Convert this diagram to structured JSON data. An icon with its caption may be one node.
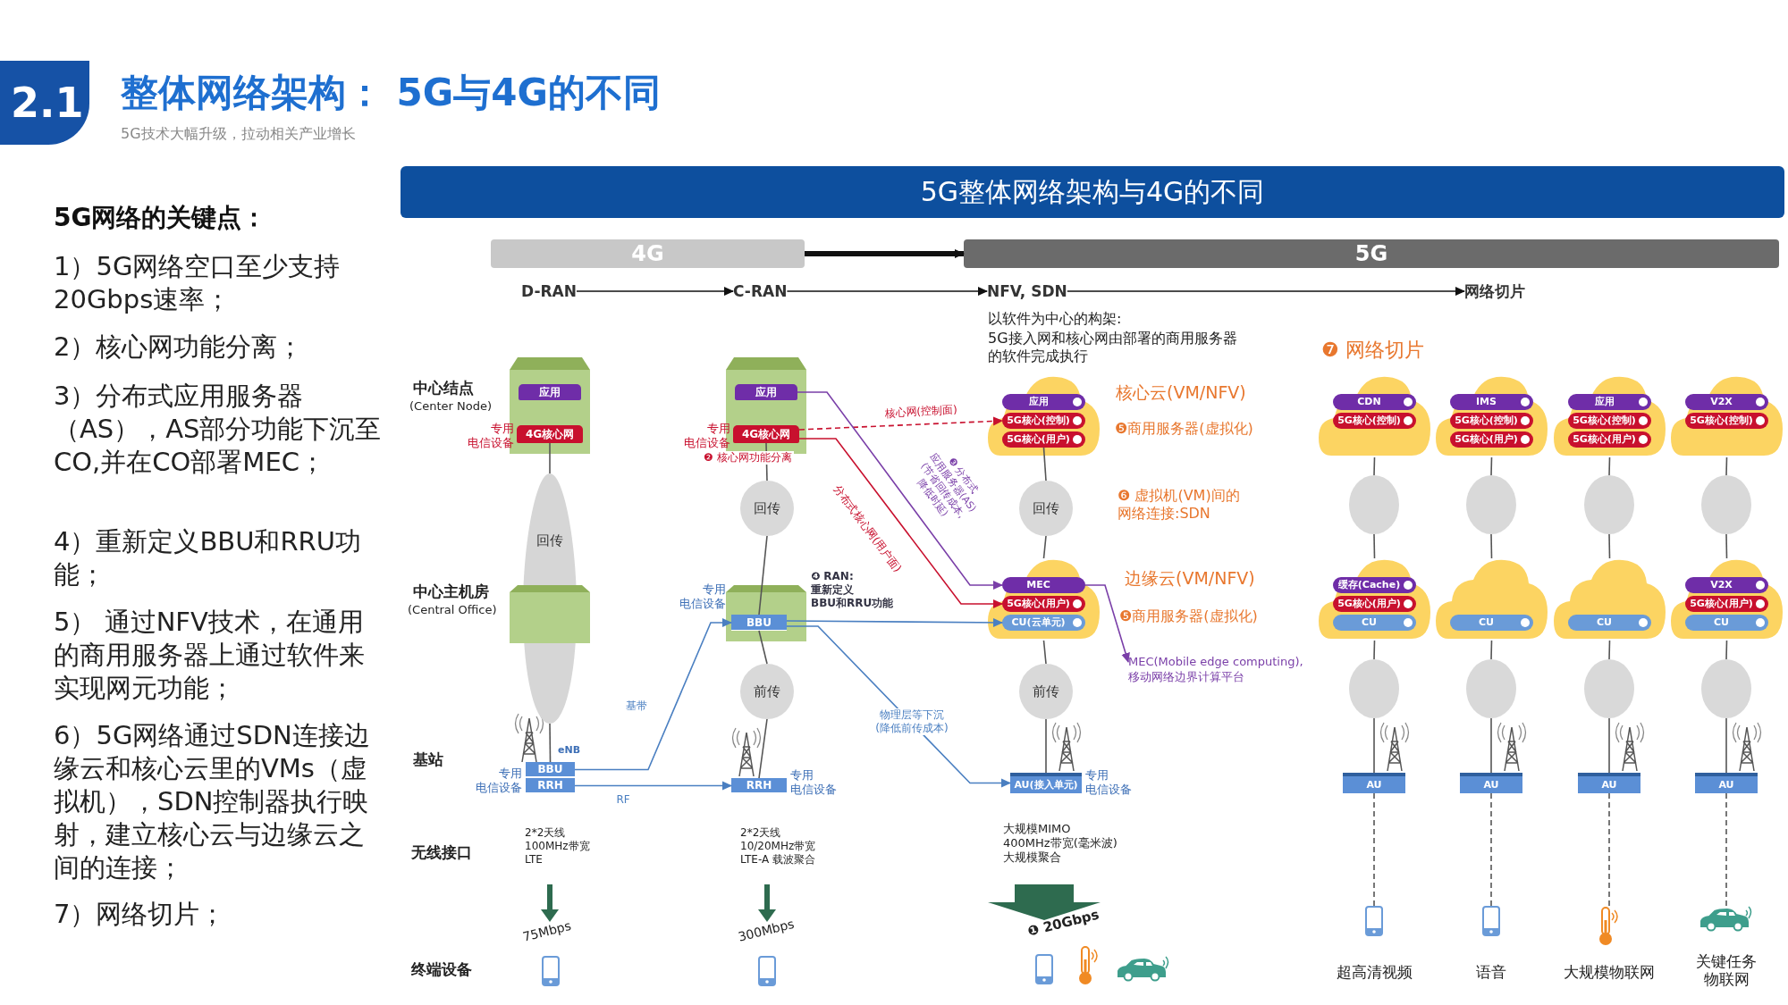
{
  "diagram": {
    "title": "整体网络架构： 5G与4G的不同",
    "nodes": [
      {
        "text": [
          "4G"
        ]
      },
      {
        "text": [
          "5G"
        ]
      },
      {
        "text": [
          "D-RAN"
        ]
      },
      {
        "text": [
          "C-RAN"
        ]
      },
      {
        "text": [
          "NFV, SDN"
        ]
      },
      {
        "text": [
          "网络切片"
        ]
      },
      {
        "text": [],
        "shape": "box"
      },
      {
        "text": [
          "应用"
        ],
        "in": 6
      },
      {
        "text": [
          "4G核心网"
        ],
        "in": 6,
        "beside": [
          "专用电信设备"
        ]
      },
      {
        "text": [],
        "shape": "box"
      },
      {
        "text": [
          "应用"
        ],
        "in": 9
      },
      {
        "text": [
          "4G核心网"
        ],
        "in": 9,
        "beside": [
          "专用电信设备"
        ]
      },
      {
        "text": [],
        "shape": "cloud",
        "beside": [
          "核心云(VM/NFV)",
          "❺商用服务器(虚拟化)"
        ]
      },
      {
        "text": [
          "应用"
        ],
        "in": 12
      },
      {
        "text": [
          "5G核心(控制)"
        ],
        "in": 12
      },
      {
        "text": [
          "5G核心(用户)"
        ],
        "in": 12
      },
      {
        "text": [],
        "shape": "cloud"
      },
      {
        "text": [
          "CDN"
        ],
        "in": 16
      },
      {
        "text": [
          "5G核心(控制)"
        ],
        "in": 16
      },
      {
        "text": [],
        "shape": "cloud"
      },
      {
        "text": [
          "IMS"
        ],
        "in": 19
      },
      {
        "text": [
          "5G核心(控制)"
        ],
        "in": 19
      },
      {
        "text": [
          "5G核心(用户)"
        ],
        "in": 19
      },
      {
        "text": [],
        "shape": "cloud"
      },
      {
        "text": [
          "应用"
        ],
        "in": 23
      },
      {
        "text": [
          "5G核心(控制)"
        ],
        "in": 23
      },
      {
        "text": [
          "5G核心(用户)"
        ],
        "in": 23
      },
      {
        "text": [],
        "shape": "cloud"
      },
      {
        "text": [
          "V2X"
        ],
        "in": 27
      },
      {
        "text": [
          "5G核心(控制)"
        ],
        "in": 27
      },
      {
        "text": [
          "回传"
        ]
      },
      {
        "text": [
          "回传"
        ]
      },
      {
        "text": [
          "回传"
        ]
      },
      {
        "text": [],
        "shape": "circle"
      },
      {
        "text": [],
        "shape": "circle"
      },
      {
        "text": [],
        "shape": "circle"
      },
      {
        "text": [],
        "shape": "circle"
      },
      {
        "text": [],
        "shape": "box"
      },
      {
        "text": [],
        "shape": "box"
      },
      {
        "text": [
          "BBU"
        ],
        "in": 38,
        "beside": [
          "专用电信设备"
        ]
      },
      {
        "text": [],
        "shape": "cloud",
        "beside": [
          "边缘云(VM/NFV)",
          "❺商用服务器(虚拟化)"
        ]
      },
      {
        "text": [
          "MEC"
        ],
        "in": 40
      },
      {
        "text": [
          "5G核心(用户)"
        ],
        "in": 40
      },
      {
        "text": [
          "CU(云单元)"
        ],
        "in": 40
      },
      {
        "text": [],
        "shape": "cloud"
      },
      {
        "text": [
          "缓存(Cache)"
        ],
        "in": 44
      },
      {
        "text": [
          "5G核心(用户)"
        ],
        "in": 44
      },
      {
        "text": [
          "CU"
        ],
        "in": 44
      },
      {
        "text": [],
        "shape": "cloud"
      },
      {
        "text": [
          "CU"
        ],
        "in": 48
      },
      {
        "text": [],
        "shape": "cloud"
      },
      {
        "text": [
          "CU"
        ],
        "in": 50
      },
      {
        "text": [],
        "shape": "cloud"
      },
      {
        "text": [
          "V2X"
        ],
        "in": 52
      },
      {
        "text": [
          "5G核心(用户)"
        ],
        "in": 52
      },
      {
        "text": [
          "CU"
        ],
        "in": 52
      },
      {
        "text": [
          "MEC(Mobile edge computing), 移动网络边界计算平台"
        ]
      },
      {
        "text": [
          "前传"
        ]
      },
      {
        "text": [
          "前传"
        ]
      },
      {
        "text": [],
        "shape": "circle"
      },
      {
        "text": [],
        "shape": "circle"
      },
      {
        "text": [],
        "shape": "circle"
      },
      {
        "text": [],
        "shape": "circle"
      },
      {
        "text": [
          "BBU"
        ],
        "beside": [
          "eNB"
        ]
      },
      {
        "text": [
          "RRH"
        ],
        "beside": [
          "专用电信设备"
        ]
      },
      {
        "text": [
          "RRH"
        ],
        "beside": [
          "专用电信设备"
        ]
      },
      {
        "text": [
          "AU(接入单元)"
        ],
        "beside": [
          "专用电信设备"
        ]
      },
      {
        "text": [
          "AU"
        ]
      },
      {
        "text": [
          "AU"
        ]
      },
      {
        "text": [
          "AU"
        ]
      },
      {
        "text": [
          "AU"
        ]
      },
      {
        "text": [],
        "shape": "picture",
        "beside": [
          "超高清视频"
        ]
      },
      {
        "text": [],
        "shape": "picture",
        "beside": [
          "语音"
        ]
      },
      {
        "text": [],
        "shape": "picture",
        "beside": [
          "大规模物联网"
        ]
      },
      {
        "text": [],
        "shape": "picture",
        "beside": [
          "关键任务物联网"
        ]
      }
    ],
    "edges": [
      {
        "from": 0,
        "to": 1,
        "arrow": "to",
        "style": "thick"
      },
      {
        "from": 2,
        "to": 3,
        "arrow": "to"
      },
      {
        "from": 3,
        "to": 4,
        "arrow": "to"
      },
      {
        "from": 4,
        "to": 5,
        "arrow": "to"
      },
      {
        "from": 8,
        "to": 30,
        "arrow": "none"
      },
      {
        "from": 30,
        "to": 63,
        "arrow": "none"
      },
      {
        "from": 11,
        "to": 31,
        "arrow": "none"
      },
      {
        "from": 31,
        "to": 39,
        "arrow": "none"
      },
      {
        "from": 39,
        "to": 57,
        "arrow": "none"
      },
      {
        "from": 57,
        "to": 65,
        "arrow": "none"
      },
      {
        "from": 15,
        "to": 32,
        "arrow": "none"
      },
      {
        "from": 32,
        "to": 40,
        "arrow": "none"
      },
      {
        "from": 40,
        "to": 58,
        "arrow": "none"
      },
      {
        "from": 58,
        "to": 66,
        "arrow": "none"
      },
      {
        "from": 16,
        "to": 33,
        "arrow": "none"
      },
      {
        "from": 33,
        "to": 44,
        "arrow": "none"
      },
      {
        "from": 44,
        "to": 59,
        "arrow": "none"
      },
      {
        "from": 59,
        "to": 67,
        "arrow": "none"
      },
      {
        "from": 67,
        "to": 71,
        "arrow": "none",
        "style": "dashed"
      },
      {
        "from": 19,
        "to": 34,
        "arrow": "none"
      },
      {
        "from": 34,
        "to": 48,
        "arrow": "none"
      },
      {
        "from": 48,
        "to": 60,
        "arrow": "none"
      },
      {
        "from": 60,
        "to": 68,
        "arrow": "none"
      },
      {
        "from": 68,
        "to": 72,
        "arrow": "none",
        "style": "dashed"
      },
      {
        "from": 23,
        "to": 35,
        "arrow": "none"
      },
      {
        "from": 35,
        "to": 50,
        "arrow": "none"
      },
      {
        "from": 50,
        "to": 61,
        "arrow": "none"
      },
      {
        "from": 61,
        "to": 69,
        "arrow": "none"
      },
      {
        "from": 69,
        "to": 73,
        "arrow": "none",
        "style": "dashed"
      },
      {
        "from": 27,
        "to": 36,
        "arrow": "none"
      },
      {
        "from": 36,
        "to": 52,
        "arrow": "none"
      },
      {
        "from": 52,
        "to": 62,
        "arrow": "none"
      },
      {
        "from": 62,
        "to": 70,
        "arrow": "none"
      },
      {
        "from": 70,
        "to": 74,
        "arrow": "none",
        "style": "dashed"
      },
      {
        "from": 63,
        "to": 39,
        "arrow": "to",
        "label": "基带",
        "color": "#4a7fc1"
      },
      {
        "from": 64,
        "to": 65,
        "arrow": "to",
        "label": "RF",
        "color": "#4a7fc1"
      },
      {
        "from": 11,
        "to": 14,
        "arrow": "to",
        "label": "核心网(控制面)",
        "style": "dashed",
        "color": "#c8102e"
      },
      {
        "from": 11,
        "to": 42,
        "arrow": "to",
        "label": "分布式核心网(用户面)",
        "color": "#c8102e"
      },
      {
        "from": 10,
        "to": 41,
        "arrow": "to",
        "label": "❸ 分布式应用服务器(AS)(节省回传成本,降低时延)",
        "color": "#7a3fa8"
      },
      {
        "from": 39,
        "to": 43,
        "arrow": "to",
        "color": "#4a7fc1"
      },
      {
        "from": 39,
        "to": 66,
        "arrow": "to",
        "label": "物理层等下沉(降低前传成本)",
        "color": "#4a7fc1"
      },
      {
        "from": 41,
        "to": 56,
        "arrow": "to",
        "color": "#7a3fa8"
      }
    ],
    "labels": [
      "2.1",
      "5G技术大幅升级，拉动相关产业增长",
      "5G网络的关键点：",
      "1）5G网络空口至少支持20Gbps速率；",
      "2）核心网功能分离；",
      "3）分布式应用服务器（AS），AS部分功能下沉至CO,并在CO部署MEC；",
      "4）重新定义BBU和RRU功能；",
      "5） 通过NFV技术，在通用的商用服务器上通过软件来实现网元功能；",
      "6）5G网络通过SDN连接边缘云和核心云里的VMs（虚拟机），SDN控制器执行映射，建立核心云与边缘云之间的连接；",
      "7）网络切片；",
      "5G整体网络架构与4G的不同",
      "以软件为中心的构架:",
      "5G接入网和核心网由部署的商用服务器的软件完成执行",
      "❼ 网络切片",
      "中心结点",
      "(Center Node)",
      "❷ 核心网功能分离",
      "❻ 虚拟机(VM)间的网络连接:SDN",
      "中心主机房",
      "(Central Office)",
      "❹ RAN: 重新定义 BBU和RRU功能",
      "基站",
      "无线接口",
      "2*2天线 100MHz带宽 LTE",
      "2*2天线 10/20MHz带宽 LTE-A 载波聚合",
      "大规模MIMO 400MHz带宽(毫米波) 大规模聚合",
      "75Mbps",
      "300Mbps",
      "❶ 20Gbps",
      "终端设备"
    ]
  }
}
